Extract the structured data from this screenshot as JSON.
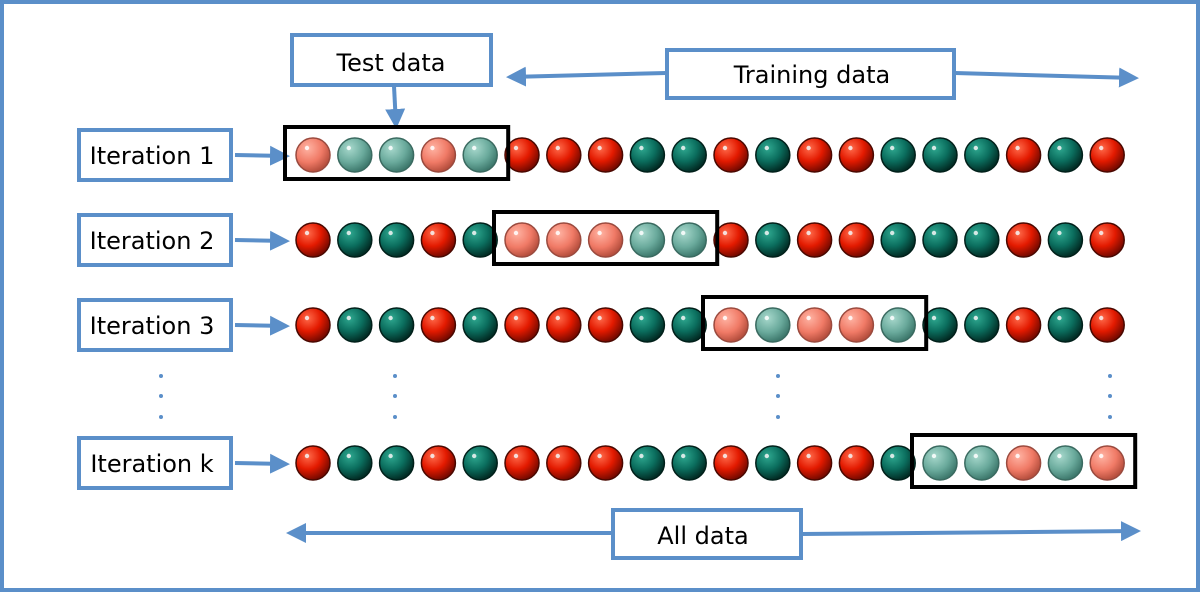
{
  "labels": {
    "test_data": "Test data",
    "training_data": "Training data",
    "all_data": "All data"
  },
  "colors": {
    "frame": "#5b8fc9",
    "arrow": "#5b8fc9",
    "red": "#e31a00",
    "green": "#0b6e5e",
    "test_box": "#000000",
    "ellipsis": "#5b8fc9"
  },
  "row_pattern": [
    "r",
    "g",
    "g",
    "r",
    "g",
    "r",
    "r",
    "r",
    "g",
    "g",
    "r",
    "g",
    "r",
    "r",
    "g",
    "g",
    "g",
    "r",
    "g",
    "r"
  ],
  "test_fold_size": 5,
  "rows": [
    {
      "label": "Iteration 1",
      "test_start": 0
    },
    {
      "label": "Iteration 2",
      "test_start": 5
    },
    {
      "label": "Iteration 3",
      "test_start": 10
    },
    {
      "label": "Iteration k",
      "test_start": 15
    }
  ],
  "ellipsis": "⋮"
}
